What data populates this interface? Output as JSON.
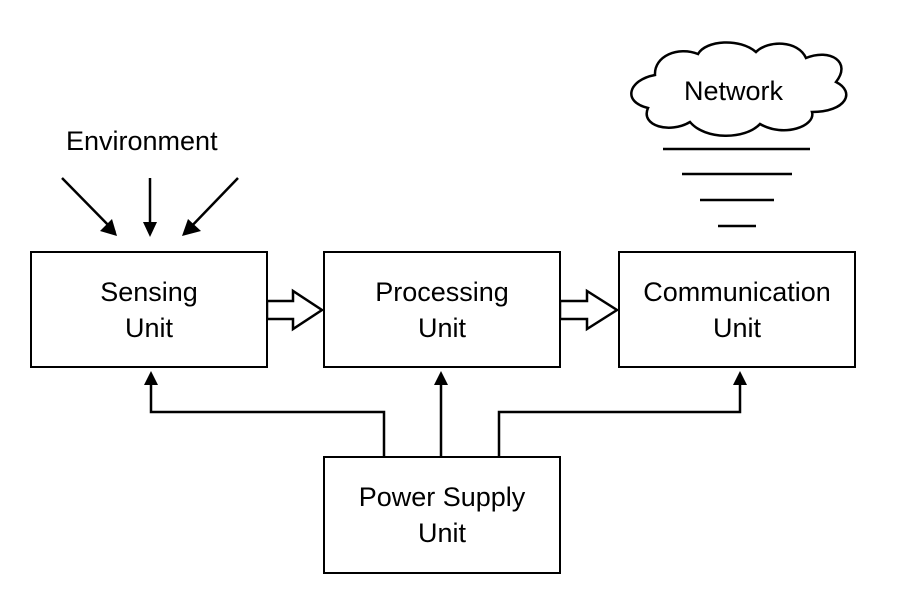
{
  "diagram": {
    "environment_label": "Environment",
    "network_label": "Network",
    "nodes": {
      "sensing": {
        "line1": "Sensing",
        "line2": "Unit"
      },
      "processing": {
        "line1": "Processing",
        "line2": "Unit"
      },
      "communication": {
        "line1": "Communication",
        "line2": "Unit"
      },
      "power": {
        "line1": "Power Supply",
        "line2": "Unit"
      }
    }
  }
}
